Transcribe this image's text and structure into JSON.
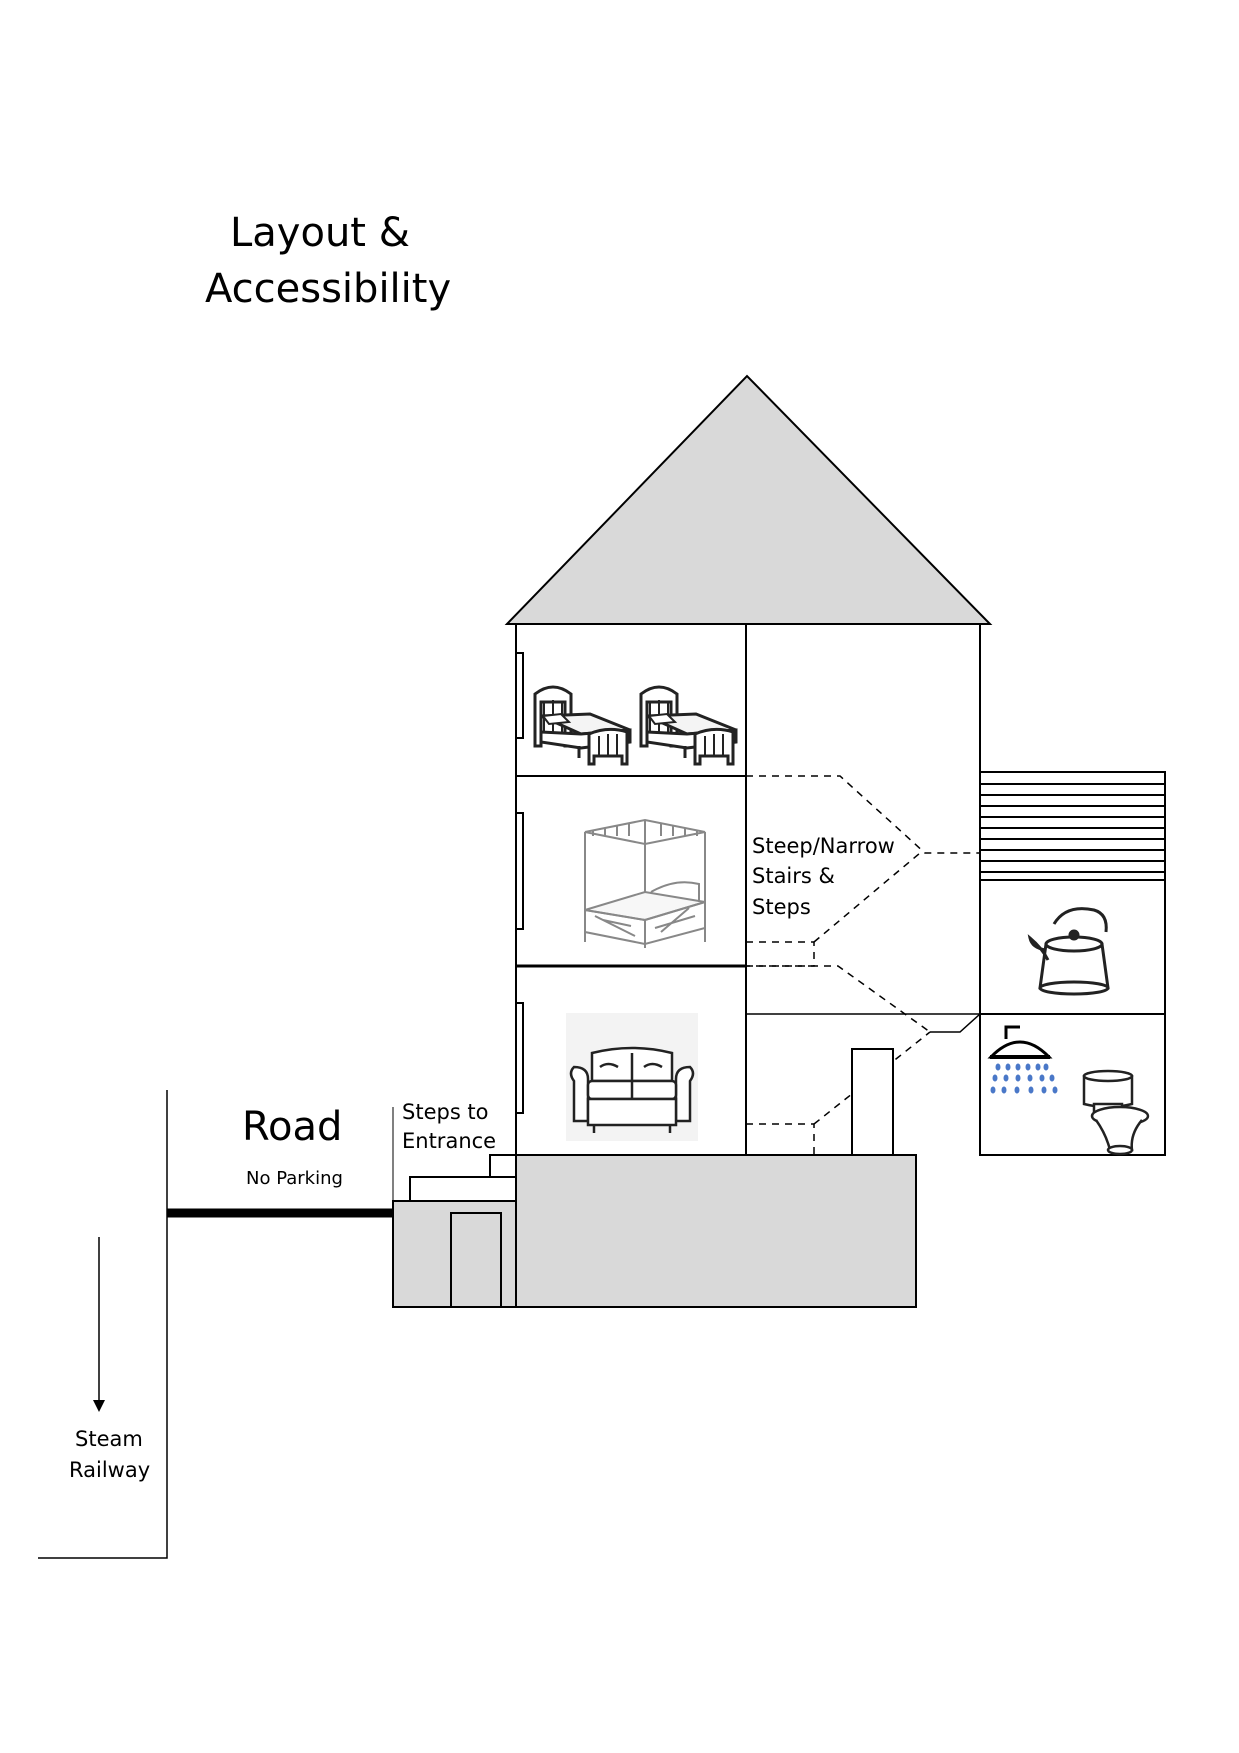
{
  "title": {
    "line1": "Layout  &",
    "line2": "Accessibility"
  },
  "road": {
    "label": "Road",
    "note": "No Parking"
  },
  "entrance": {
    "line1": "Steps to",
    "line2": "Entrance"
  },
  "stairs": {
    "line1": "Steep/Narrow",
    "line2": "Stairs &",
    "line3": "Steps"
  },
  "railway": {
    "line1": "Steam",
    "line2": "Railway"
  },
  "colors": {
    "fill_grey": "#d9d9d9",
    "line": "#000000",
    "water": "#4a78c8"
  },
  "icons": {
    "top_floor": [
      "single-bed-icon",
      "single-bed-icon"
    ],
    "middle_floor": [
      "four-poster-bed-icon"
    ],
    "ground_floor": [
      "sofa-icon"
    ],
    "annex_middle": [
      "kettle-icon"
    ],
    "annex_ground": [
      "shower-icon",
      "toilet-icon"
    ]
  }
}
